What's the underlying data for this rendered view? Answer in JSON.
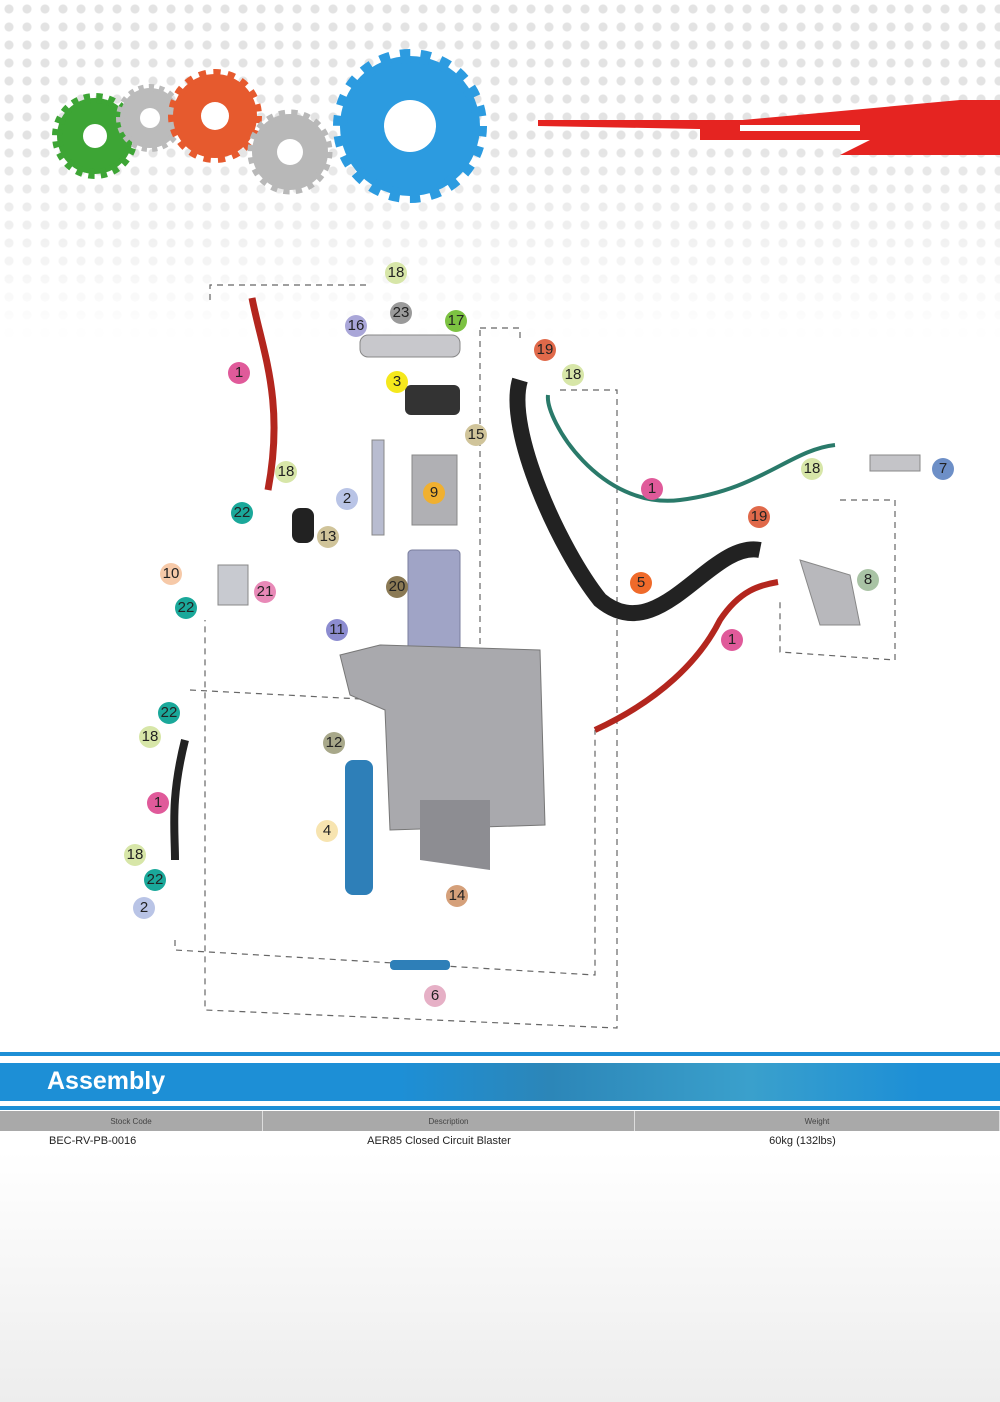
{
  "section": {
    "title": "Assembly"
  },
  "table": {
    "headers": [
      "Stock Code",
      "Description",
      "Weight"
    ],
    "rows": [
      [
        "BEC-RV-PB-0016",
        "AER85 Closed Circuit Blaster",
        "60kg (132lbs)"
      ]
    ]
  },
  "callouts": [
    "18",
    "23",
    "17",
    "16",
    "19",
    "3",
    "18",
    "1",
    "15",
    "18",
    "2",
    "9",
    "22",
    "13",
    "1",
    "18",
    "7",
    "19",
    "10",
    "21",
    "20",
    "22",
    "5",
    "8",
    "11",
    "1",
    "22",
    "18",
    "12",
    "1",
    "4",
    "18",
    "22",
    "2",
    "14",
    "6"
  ],
  "colors": {
    "accent": "#1d8fd6",
    "header_stripe": "#e52421",
    "hose_red": "#b3261e",
    "hose_green": "#2a7a6a",
    "hose_black": "#222222"
  }
}
